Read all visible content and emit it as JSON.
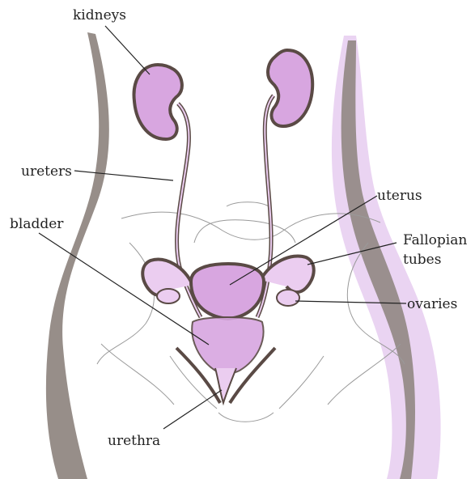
{
  "labels": {
    "kidneys": "kidneys",
    "ureters": "ureters",
    "bladder": "bladder",
    "uterus": "uterus",
    "fallopian_line1": "Fallopian",
    "fallopian_line2": "tubes",
    "ovaries": "ovaries",
    "urethra": "urethra"
  },
  "colors": {
    "organ_fill": "#d8a6e0",
    "organ_fill_light": "#ebcdf0",
    "outline": "#5a4a45",
    "body_shadow": "#8c827c",
    "skeleton": "#9a9a9a",
    "side_tint": "#e3c6ee",
    "leader": "#222222"
  }
}
